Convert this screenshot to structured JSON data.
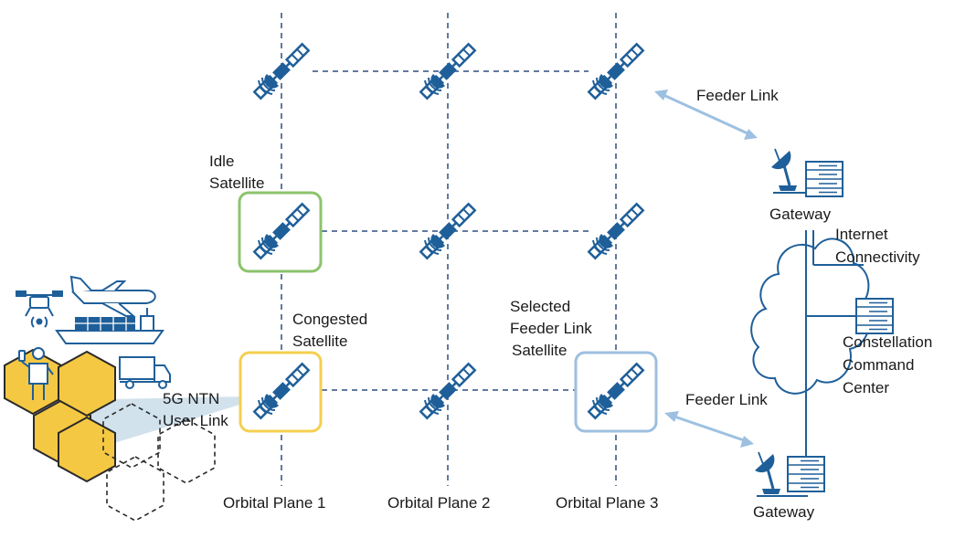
{
  "labels": {
    "idle_line1": "Idle",
    "idle_line2": "Satellite",
    "congested_line1": "Congested",
    "congested_line2": "Satellite",
    "selected_line1": "Selected",
    "selected_line2": "Feeder Link",
    "selected_line3": "Satellite",
    "user_link_line1": "5G NTN",
    "user_link_line2": "User Link",
    "feeder_link_top": "Feeder Link",
    "feeder_link_bottom": "Feeder Link",
    "gateway_top": "Gateway",
    "gateway_bottom": "Gateway",
    "internet_line1": "Internet",
    "internet_line2": "Connectivity",
    "command_line1": "Constellation",
    "command_line2": "Command",
    "command_line3": "Center",
    "plane1": "Orbital Plane 1",
    "plane2": "Orbital Plane 2",
    "plane3": "Orbital Plane 3"
  },
  "colors": {
    "satellite": "#1f5f99",
    "grid_line": "#2f4f80",
    "idle_box": "#8cc36c",
    "congested_box": "#f5cf4f",
    "selected_box": "#9dbfdf",
    "feeder_arrow": "#9dc0e0",
    "hex_fill": "#f5c843",
    "beam": "#c5dbe8"
  },
  "icons": [
    "satellite-icon",
    "drone-icon",
    "airplane-icon",
    "ship-icon",
    "truck-icon",
    "person-icon",
    "dish-antenna-icon",
    "server-rack-icon",
    "cloud-icon"
  ]
}
